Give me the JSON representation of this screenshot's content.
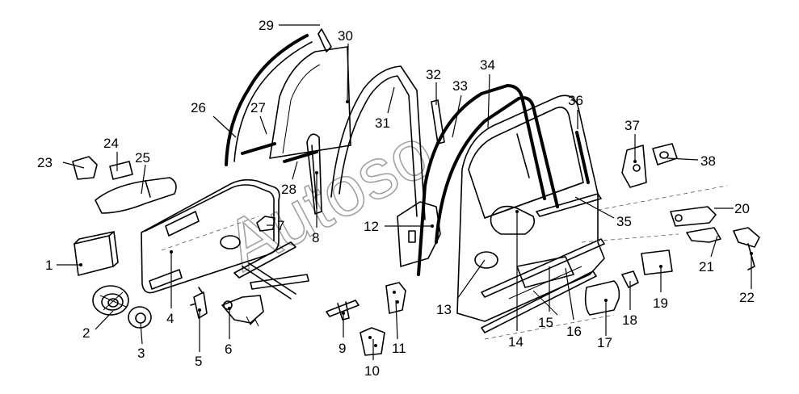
{
  "callouts": [
    {
      "id": "c1",
      "label": "1"
    },
    {
      "id": "c2",
      "label": "2"
    },
    {
      "id": "c3",
      "label": "3"
    },
    {
      "id": "c4",
      "label": "4"
    },
    {
      "id": "c5",
      "label": "5"
    },
    {
      "id": "c6",
      "label": "6"
    },
    {
      "id": "c7",
      "label": "7"
    },
    {
      "id": "c8",
      "label": "8"
    },
    {
      "id": "c9",
      "label": "9"
    },
    {
      "id": "c10",
      "label": "10"
    },
    {
      "id": "c11",
      "label": "11"
    },
    {
      "id": "c12",
      "label": "12"
    },
    {
      "id": "c13",
      "label": "13"
    },
    {
      "id": "c14",
      "label": "14"
    },
    {
      "id": "c15",
      "label": "15"
    },
    {
      "id": "c16",
      "label": "16"
    },
    {
      "id": "c17",
      "label": "17"
    },
    {
      "id": "c18",
      "label": "18"
    },
    {
      "id": "c19",
      "label": "19"
    },
    {
      "id": "c20",
      "label": "20"
    },
    {
      "id": "c21",
      "label": "21"
    },
    {
      "id": "c22",
      "label": "22"
    },
    {
      "id": "c23",
      "label": "23"
    },
    {
      "id": "c24",
      "label": "24"
    },
    {
      "id": "c25",
      "label": "25"
    },
    {
      "id": "c26",
      "label": "26"
    },
    {
      "id": "c27",
      "label": "27"
    },
    {
      "id": "c28",
      "label": "28"
    },
    {
      "id": "c29",
      "label": "29"
    },
    {
      "id": "c30",
      "label": "30"
    },
    {
      "id": "c31",
      "label": "31"
    },
    {
      "id": "c32",
      "label": "32"
    },
    {
      "id": "c33",
      "label": "33"
    },
    {
      "id": "c34",
      "label": "34"
    },
    {
      "id": "c35",
      "label": "35"
    },
    {
      "id": "c36",
      "label": "36"
    },
    {
      "id": "c37",
      "label": "37"
    },
    {
      "id": "c38",
      "label": "38"
    }
  ],
  "watermark": "Autoso"
}
